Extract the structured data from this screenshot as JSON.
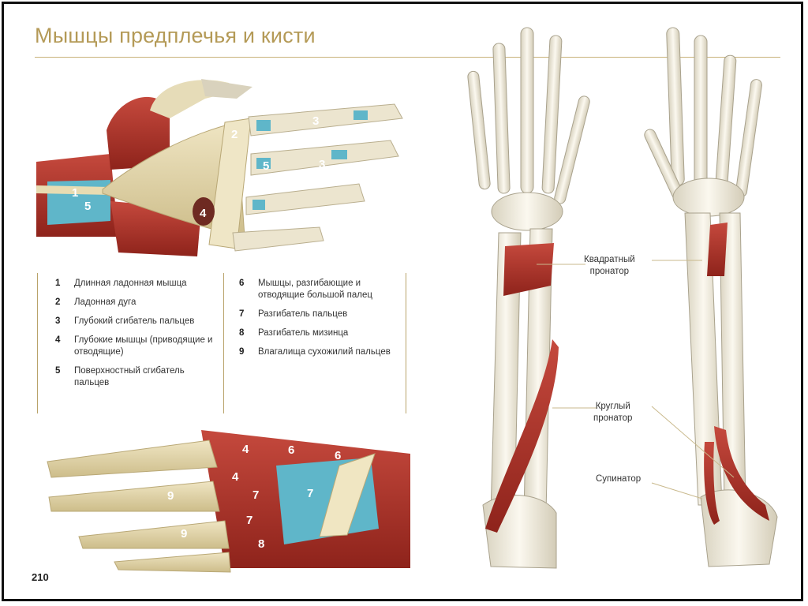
{
  "page": {
    "title": "Мышцы предплечья и кисти",
    "page_number": "210"
  },
  "legend": {
    "column1": [
      {
        "num": "1",
        "text": "Длинная ладонная мышца"
      },
      {
        "num": "2",
        "text": "Ладонная дуга"
      },
      {
        "num": "3",
        "text": "Глубокий сгибатель пальцев"
      },
      {
        "num": "4",
        "text": "Глубокие мышцы (приводящие и отводящие)"
      },
      {
        "num": "5",
        "text": "Поверхностный сгибатель пальцев"
      }
    ],
    "column2": [
      {
        "num": "6",
        "text": "Мышцы, разгибающие и отводящие большой палец"
      },
      {
        "num": "7",
        "text": "Разгибатель пальцев"
      },
      {
        "num": "8",
        "text": "Разгибатель мизинца"
      },
      {
        "num": "9",
        "text": "Влагалища сухожилий пальцев"
      }
    ]
  },
  "palm_labels": {
    "l1": "1",
    "l2": "2",
    "l3a": "3",
    "l3b": "3",
    "l4": "4",
    "l5a": "5",
    "l5b": "5"
  },
  "back_labels": {
    "l4a": "4",
    "l4b": "4",
    "l6a": "6",
    "l6b": "6",
    "l7a": "7",
    "l7b": "7",
    "l7c": "7",
    "l8": "8",
    "l9a": "9",
    "l9b": "9"
  },
  "callouts": {
    "quadratus": "Квадратный\nпронатор",
    "teres": "Круглый\nпронатор",
    "supinator": "Супинатор"
  },
  "colors": {
    "title": "#b49a57",
    "bone": "#f3efe2",
    "muscle": "#b3362b",
    "tendon": "#e8dcb2",
    "sheath": "#5fb6c9"
  }
}
